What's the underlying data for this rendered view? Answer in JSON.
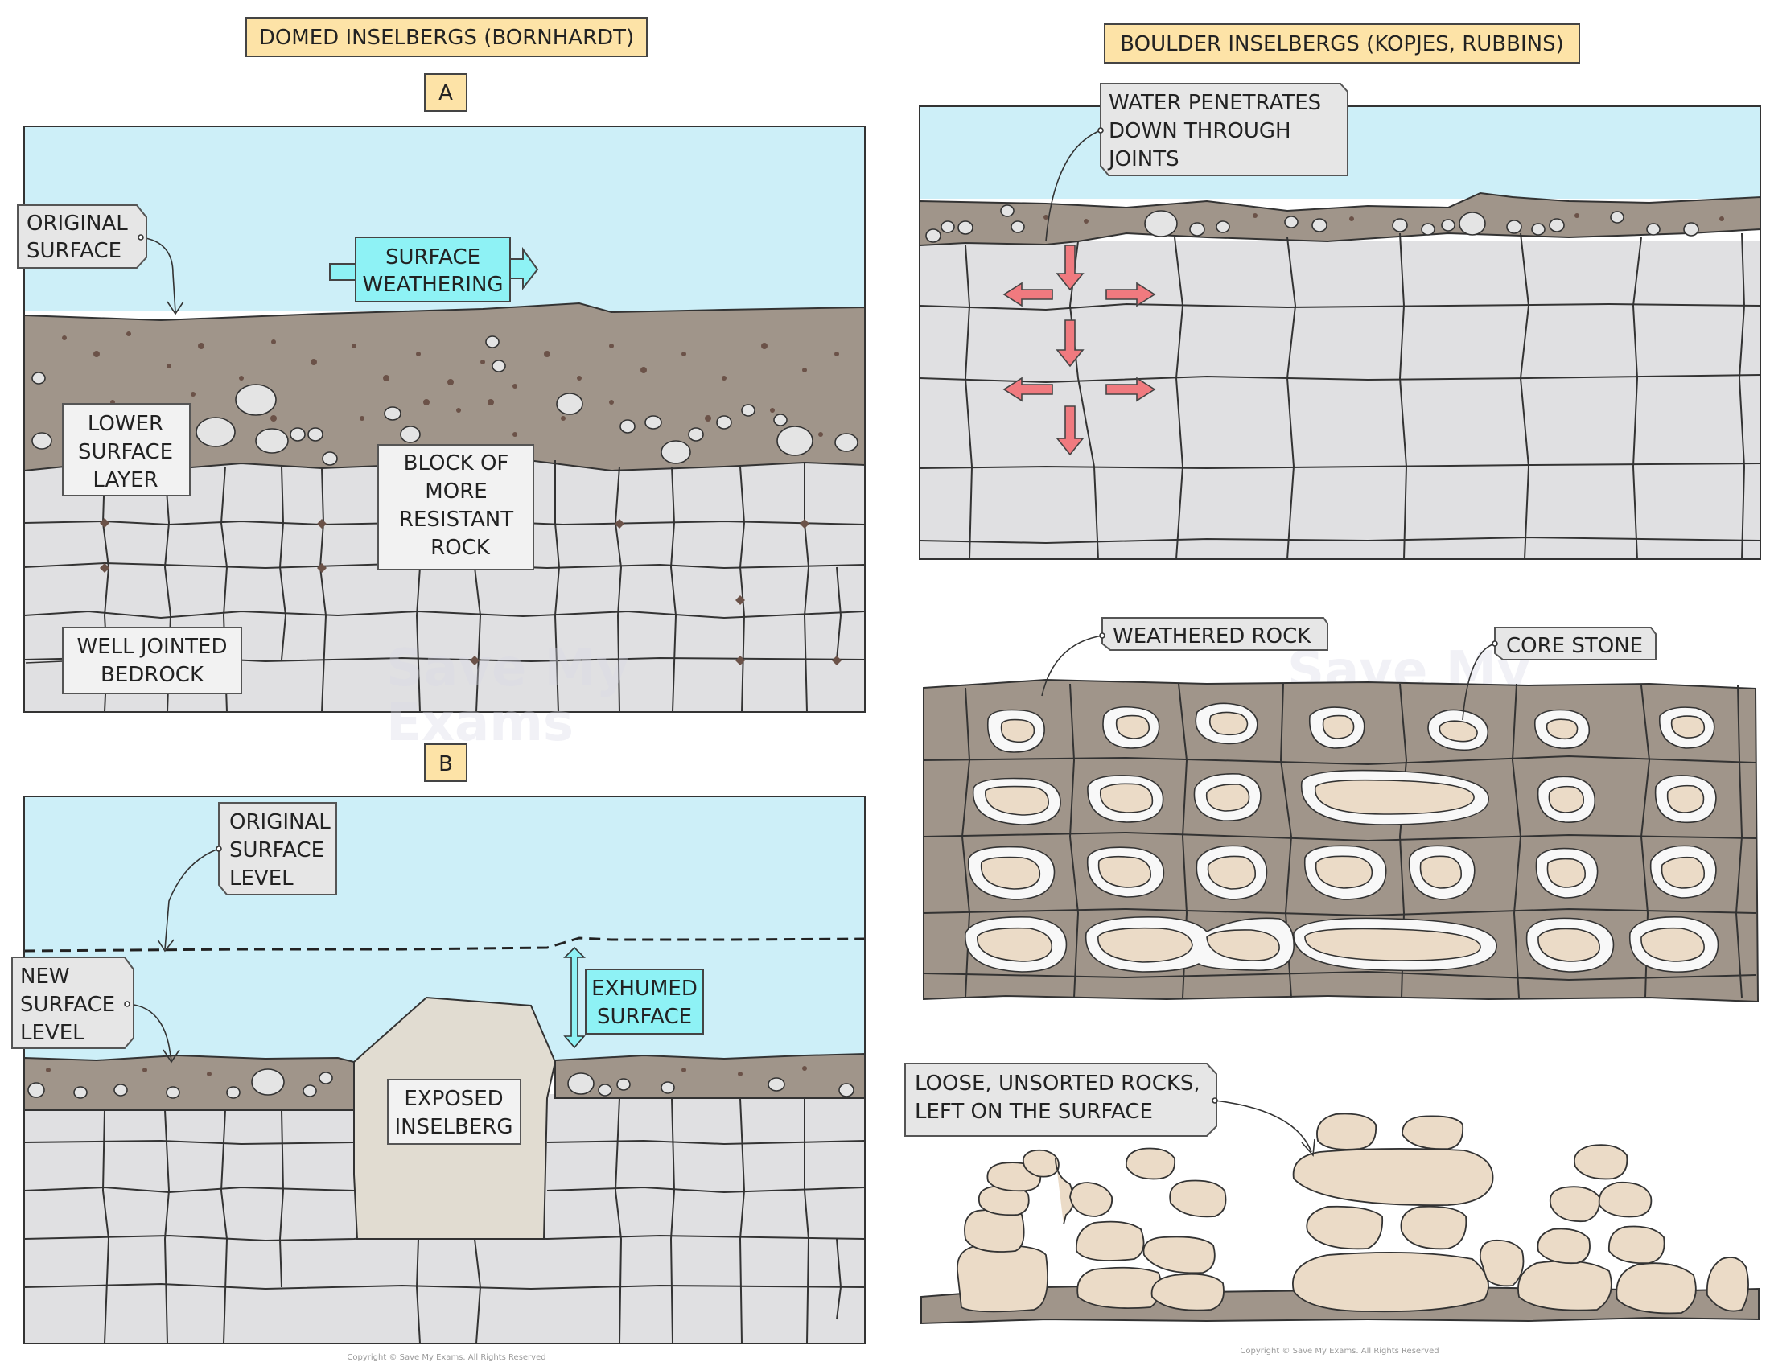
{
  "panels": {
    "left_title": "DOMED INSELBERGS (BORNHARDT)",
    "right_title": "BOULDER INSELBERGS (KOPJES, RUBBINS)",
    "panel_a_tag": "A",
    "panel_b_tag": "B"
  },
  "labels_a": {
    "original_surface": [
      "ORIGINAL",
      "SURFACE"
    ],
    "surface_weathering": [
      "SURFACE",
      "WEATHERING"
    ],
    "lower_surface_layer": [
      "LOWER",
      "SURFACE",
      "LAYER"
    ],
    "block_resistant": [
      "BLOCK OF",
      "MORE",
      "RESISTANT",
      "ROCK"
    ],
    "well_jointed": [
      "WELL JOINTED",
      "BEDROCK"
    ]
  },
  "labels_b": {
    "original_surface_level": [
      "ORIGINAL",
      "SURFACE",
      "LEVEL"
    ],
    "new_surface_level": [
      "NEW",
      "SURFACE",
      "LEVEL"
    ],
    "exhumed_surface": [
      "EXHUMED",
      "SURFACE"
    ],
    "exposed_inselberg": [
      "EXPOSED",
      "INSELBERG"
    ]
  },
  "labels_right": {
    "water_penetrates": [
      "WATER PENETRATES",
      "DOWN THROUGH",
      "JOINTS"
    ],
    "weathered_rock": "WEATHERED ROCK",
    "core_stone": "CORE STONE",
    "loose_rocks": [
      "LOOSE, UNSORTED ROCKS,",
      "LEFT ON THE SURFACE"
    ]
  },
  "watermark": [
    "Save My",
    "Exams"
  ],
  "copyright": "Copyright © Save My Exams. All Rights Reserved",
  "colors": {
    "title_fill": "#fde3a7",
    "sky": "#cdeff8",
    "soil": "#a0958a",
    "bedrock": "#e0e0e2",
    "arrow_red": "#f07a7f",
    "core_stone": "#ebdbc7",
    "cyan_label": "#8ef2f5"
  }
}
